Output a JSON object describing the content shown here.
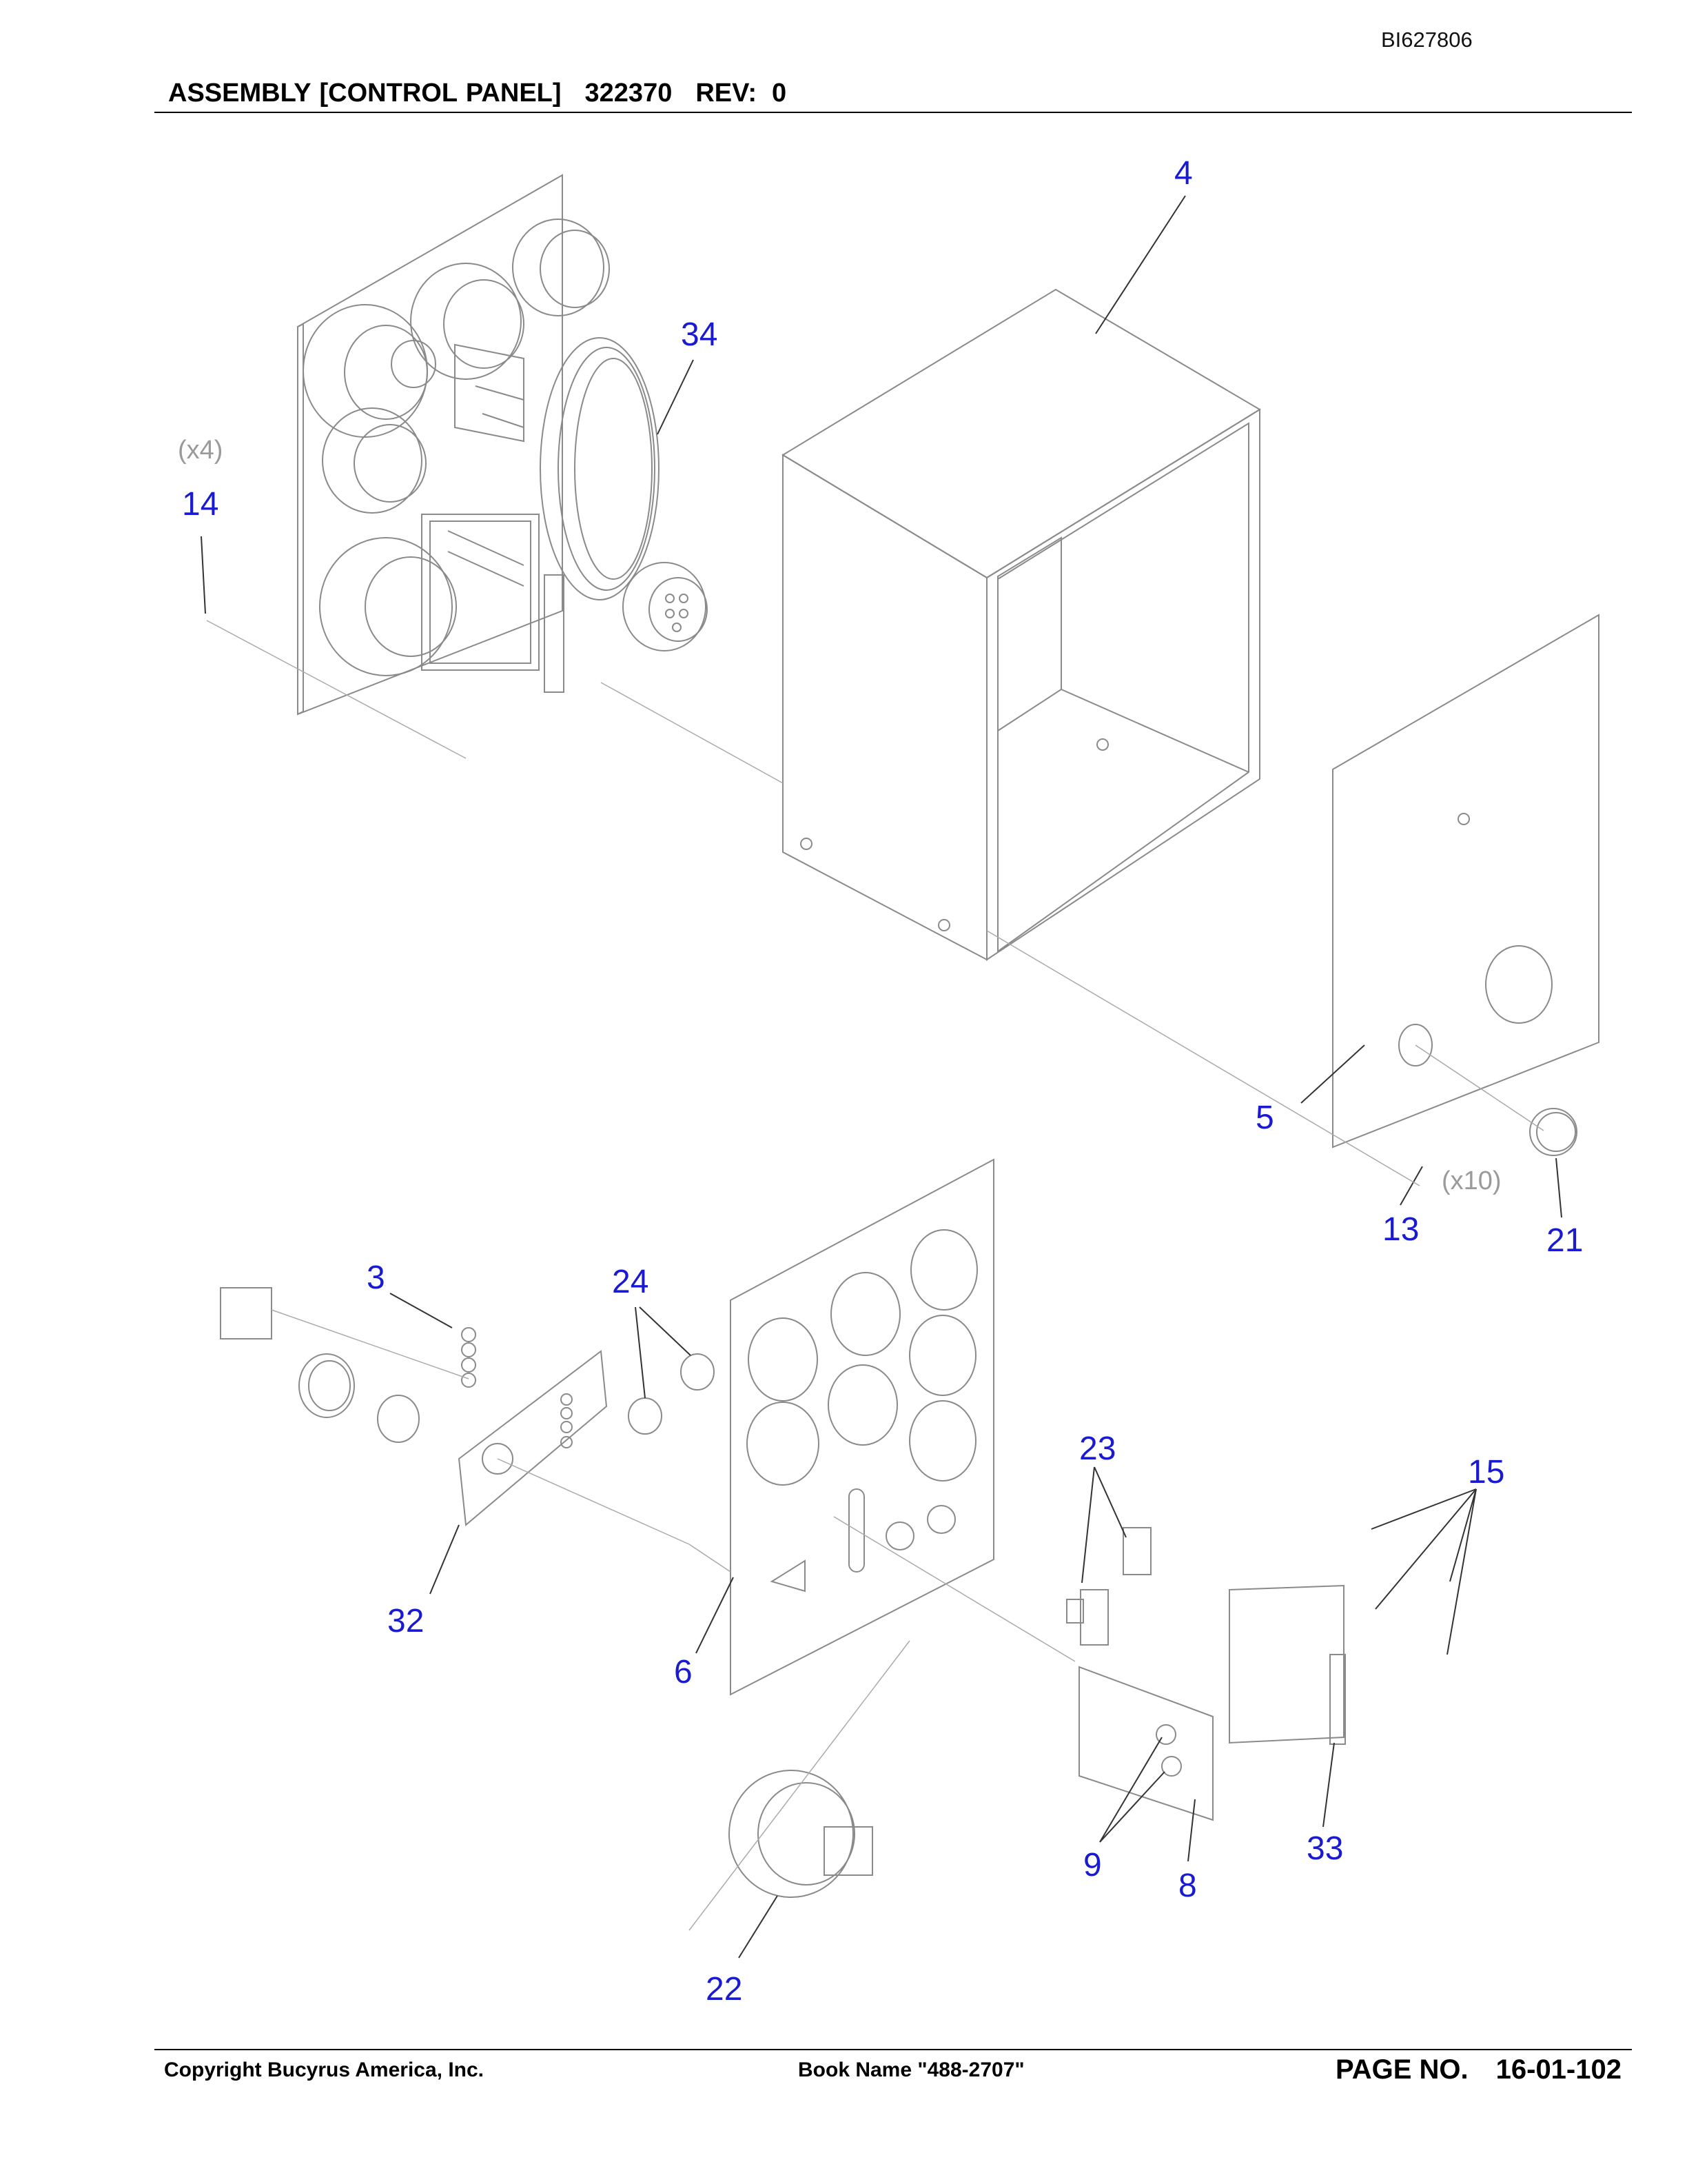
{
  "header": {
    "doc_id": "BI627806",
    "title": "ASSEMBLY [CONTROL PANEL]",
    "part_number": "322370",
    "rev_label": "REV:",
    "rev_value": "0"
  },
  "callouts": {
    "c4": "4",
    "c34": "34",
    "c14": "14",
    "c5": "5",
    "c13": "13",
    "c21": "21",
    "c3": "3",
    "c24": "24",
    "c23": "23",
    "c15": "15",
    "c32": "32",
    "c6": "6",
    "c9": "9",
    "c8": "8",
    "c33": "33",
    "c22": "22"
  },
  "quantities": {
    "q14": "(x4)",
    "q13": "(x10)"
  },
  "footer": {
    "copyright": "Copyright Bucyrus America, Inc.",
    "book_name": "Book Name \"488-2707\"",
    "page_label": "PAGE NO.",
    "page_number": "16-01-102"
  }
}
